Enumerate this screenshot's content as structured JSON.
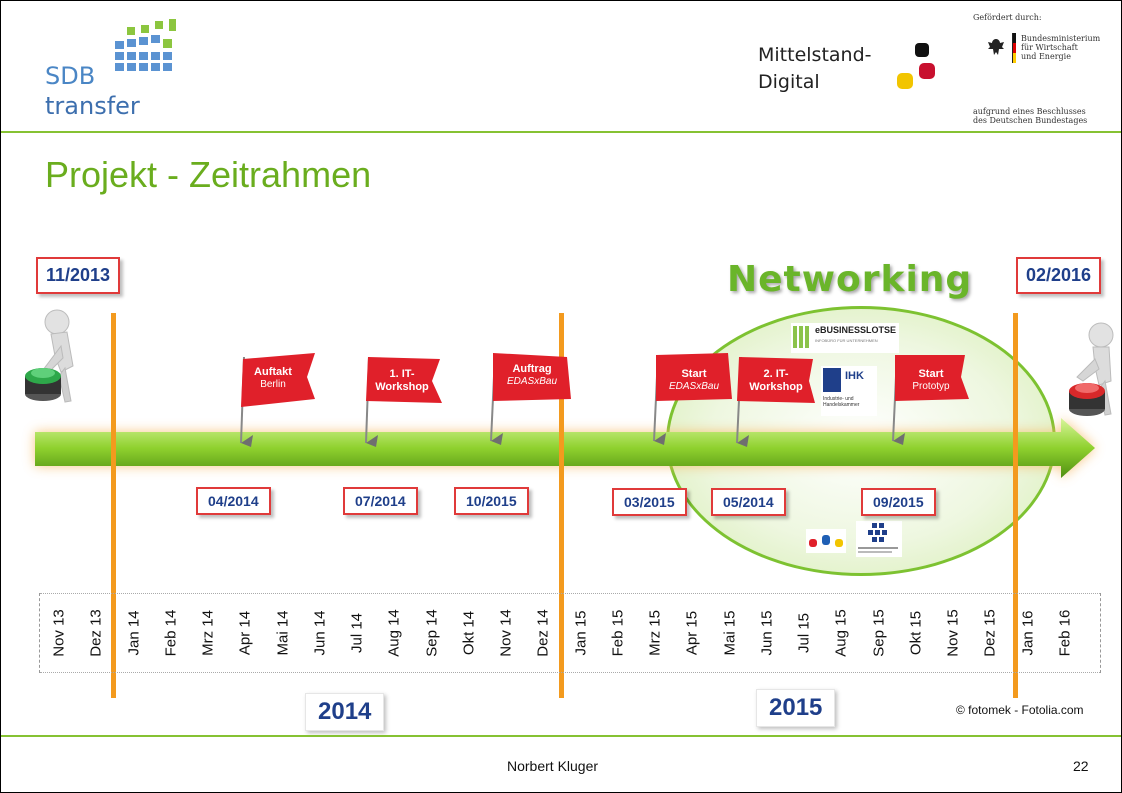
{
  "header": {
    "sdb_logo": {
      "line1": "SDB",
      "line2": "transfer"
    },
    "md_logo": {
      "line1": "Mittelstand-",
      "line2": "Digital"
    },
    "bmwi": {
      "supported_by": "Gefördert durch:",
      "ministry": [
        "Bundesministerium",
        "für Wirtschaft",
        "und Energie"
      ],
      "resolution": [
        "aufgrund eines Beschlusses",
        "des Deutschen Bundestages"
      ]
    }
  },
  "title": "Projekt - Zeitrahmen",
  "networking": "Networking",
  "start_date": "11/2013",
  "end_date": "02/2016",
  "flags": [
    {
      "title": "Auftakt",
      "sub": "Berlin"
    },
    {
      "title": "1. IT-",
      "sub": "Workshop"
    },
    {
      "title": "Auftrag",
      "sub": "EDASxBau"
    },
    {
      "title": "Start",
      "sub": "EDASxBau"
    },
    {
      "title": "2. IT-",
      "sub": "Workshop"
    },
    {
      "title": "Start",
      "sub": "Prototyp"
    }
  ],
  "milestone_dates": [
    "04/2014",
    "07/2014",
    "10/2015",
    "03/2015",
    "05/2014",
    "09/2015"
  ],
  "partner_logos": {
    "ebusiness": {
      "name": "eBUSINESSLOTSE",
      "sub": "INFOBÜRO FÜR UNTERNEHMEN"
    },
    "ihk": {
      "name": "IHK",
      "sub": "Industrie- und Handelskammer"
    }
  },
  "months": [
    "Nov 13",
    "Dez 13",
    "Jan 14",
    "Feb 14",
    "Mrz 14",
    "Apr 14",
    "Mai 14",
    "Jun 14",
    "Jul 14",
    "Aug 14",
    "Sep 14",
    "Okt 14",
    "Nov 14",
    "Dez 14",
    "Jan 15",
    "Feb 15",
    "Mrz 15",
    "Apr 15",
    "Mai 15",
    "Jun 15",
    "Jul 15",
    "Aug 15",
    "Sep 15",
    "Okt 15",
    "Nov 15",
    "Dez 15",
    "Jan 16",
    "Feb 16"
  ],
  "years": [
    "2014",
    "2015"
  ],
  "credit": "© fotomek - Fotolia.com",
  "footer": {
    "author": "Norbert Kluger",
    "page": "22"
  },
  "colors": {
    "accent_green": "#6aad1e",
    "arrow_green": "#8fd12e",
    "flag_red": "#e0202a",
    "milestone_orange": "#f39a1e",
    "date_blue": "#1f3f8a"
  }
}
